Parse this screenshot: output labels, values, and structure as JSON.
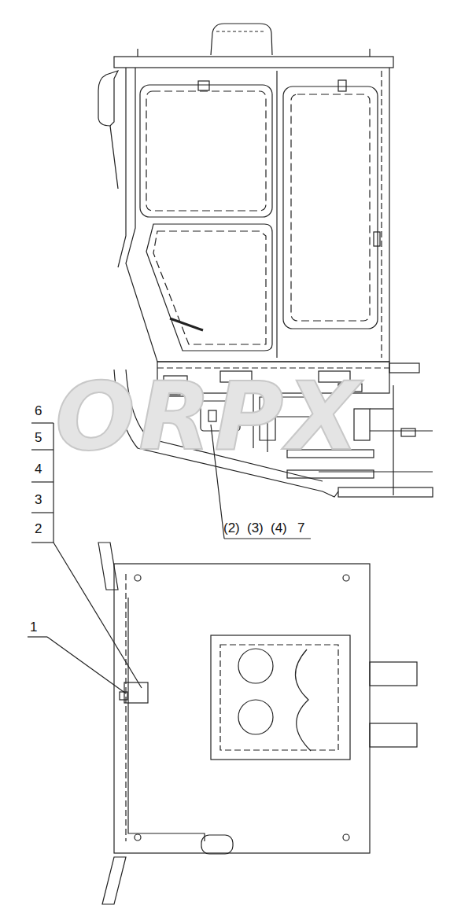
{
  "diagram": {
    "labels": [
      "6",
      "5",
      "4",
      "3",
      "2",
      "1",
      "(2)",
      "(3)",
      "(4)",
      "7",
      "ORPX"
    ]
  }
}
